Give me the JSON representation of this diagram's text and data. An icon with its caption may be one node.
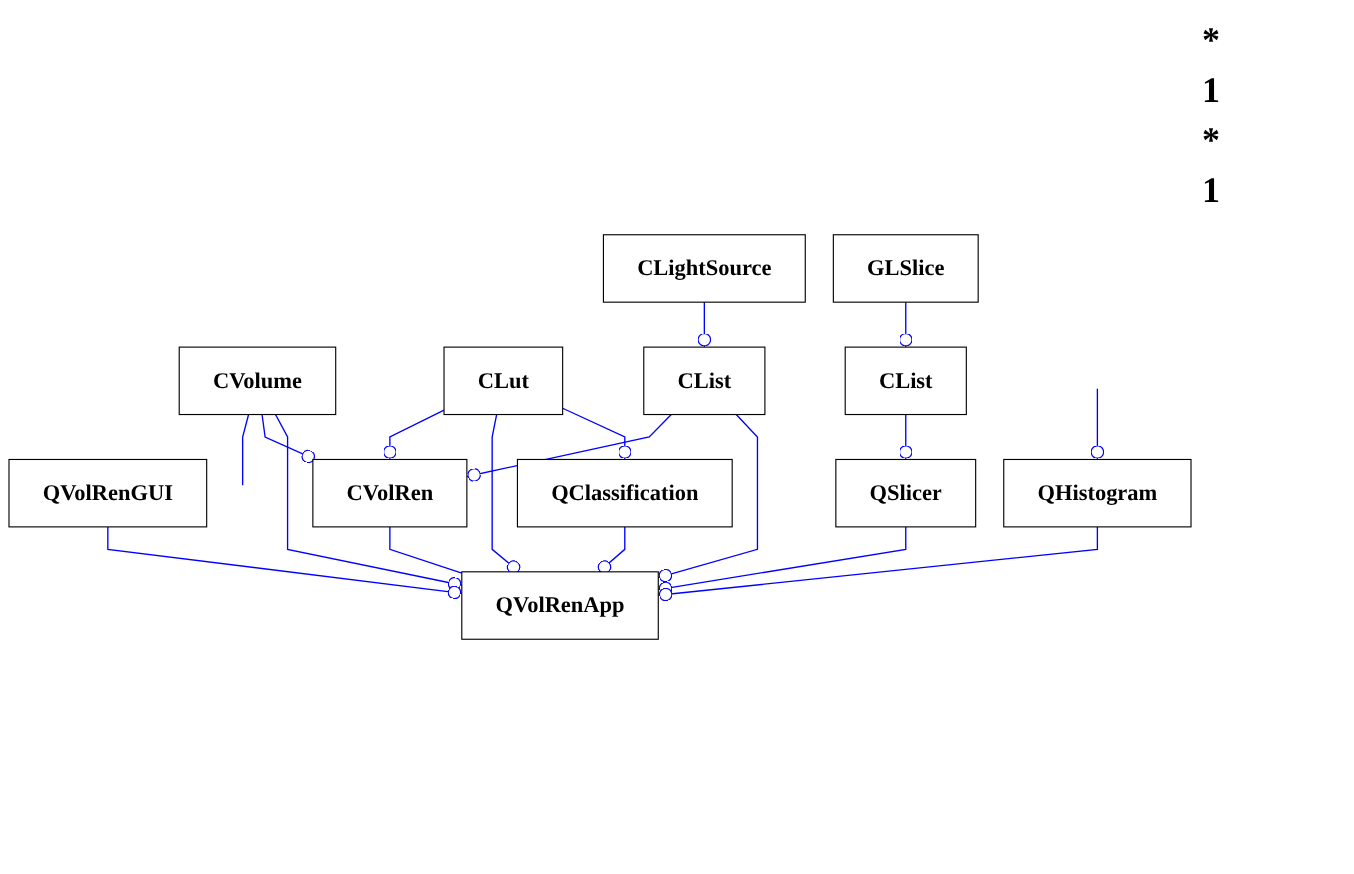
{
  "diagram": {
    "nodes": [
      {
        "text": [
          "CVolume"
        ]
      },
      {
        "text": [
          "CLut"
        ]
      },
      {
        "text": [
          "QVolRenGUI"
        ]
      },
      {
        "text": [
          "QClassification"
        ]
      },
      {
        "text": [
          "CVolRen"
        ]
      },
      {
        "text": [
          "QVolRenApp"
        ]
      },
      {
        "text": [
          "QHistogram"
        ]
      },
      {
        "text": [
          "CLightSource"
        ]
      },
      {
        "text": [
          "CList"
        ]
      },
      {
        "text": [
          "QSlicer"
        ]
      },
      {
        "text": [
          "GLSlice"
        ]
      },
      {
        "text": [
          "CList"
        ]
      }
    ],
    "edges": [
      {
        "from": 0,
        "to": null,
        "arrow": "none"
      },
      {
        "from": 0,
        "to": 4,
        "arrow": "other"
      },
      {
        "from": 0,
        "to": 5,
        "arrow": "other"
      },
      {
        "from": 1,
        "to": 4,
        "arrow": "other"
      },
      {
        "from": 1,
        "to": 5,
        "arrow": "other"
      },
      {
        "from": 1,
        "to": 3,
        "arrow": "other"
      },
      {
        "from": 2,
        "to": 5,
        "arrow": "other"
      },
      {
        "from": 3,
        "to": 5,
        "arrow": "other"
      },
      {
        "from": 4,
        "to": 5,
        "arrow": "none"
      },
      {
        "from": 8,
        "to": 4,
        "arrow": "other"
      },
      {
        "from": 8,
        "to": 5,
        "arrow": "other"
      },
      {
        "from": 9,
        "to": 5,
        "arrow": "other"
      },
      {
        "from": 6,
        "to": 5,
        "arrow": "other"
      },
      {
        "from": null,
        "to": 6,
        "arrow": "other"
      },
      {
        "from": 7,
        "to": 8,
        "arrow": "other"
      },
      {
        "from": 11,
        "to": 9,
        "arrow": "other"
      },
      {
        "from": 10,
        "to": 11,
        "arrow": "other"
      }
    ],
    "labels": [
      "*",
      "1",
      "*",
      "1"
    ]
  }
}
